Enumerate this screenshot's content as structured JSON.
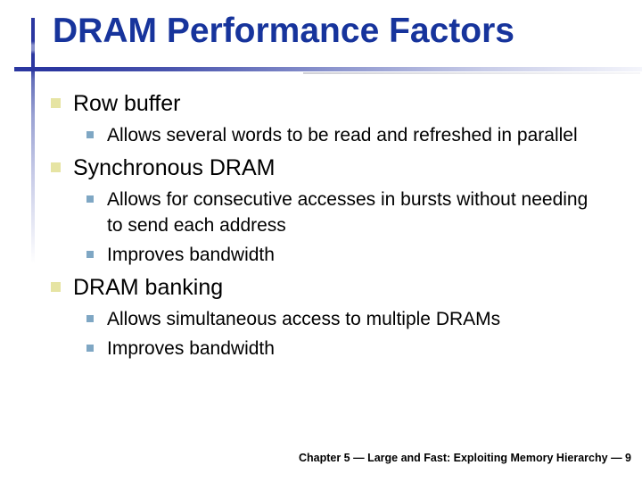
{
  "slide": {
    "title": "DRAM Performance Factors",
    "footer": "Chapter 5 — Large and Fast: Exploiting Memory Hierarchy — 9",
    "colors": {
      "title_text": "#17349c",
      "rule_dark": "#2b37a0",
      "bullet_level1": "#e6e4a3",
      "bullet_level2": "#7fa7c4",
      "body_text": "#000000",
      "background": "#ffffff"
    },
    "sections": [
      {
        "title": "Row buffer",
        "items": [
          "Allows several words to be read and refreshed in parallel"
        ]
      },
      {
        "title": "Synchronous DRAM",
        "items": [
          "Allows for consecutive accesses in bursts without needing to send each address",
          "Improves bandwidth"
        ]
      },
      {
        "title": "DRAM banking",
        "items": [
          "Allows simultaneous access to multiple DRAMs",
          "Improves bandwidth"
        ]
      }
    ]
  }
}
